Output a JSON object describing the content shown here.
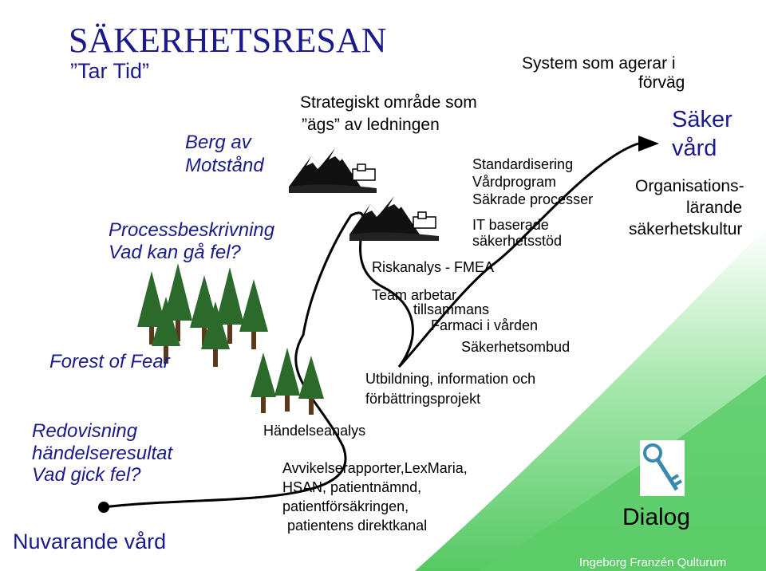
{
  "title": "SÄKERHETSRESAN",
  "subtitle": "”Tar Tid”",
  "left_labels": {
    "berg_line1": "Berg av",
    "berg_line2": "Motstånd",
    "process_line1": "Processbeskrivning",
    "process_line2": "Vad kan gå fel?",
    "forest": "Forest of Fear",
    "redov_line1": "Redovisning",
    "redov_line2": "händelseresultat",
    "redov_line3": "Vad gick fel?",
    "nuvarande": "Nuvarande vård"
  },
  "path_labels": {
    "strategiskt_line1": "Strategiskt område som",
    "strategiskt_line2": "”ägs” av ledningen",
    "standardisering": "Standardisering",
    "vardprogram": "Vårdprogram",
    "sakrade": "Säkrade processer",
    "it_line1": "IT baserade",
    "it_line2": "säkerhetsstöd",
    "riskanalys": "Riskanalys - FMEA",
    "team_line1": "Team arbetar",
    "team_line2": "tillsammans",
    "farmaci": "Farmaci i vården",
    "sakerhetsombud": "Säkerhetsombud",
    "utbildning_line1": "Utbildning, information och",
    "utbildning_line2": "förbättringsprojekt",
    "handelseanalys": "Händelseanalys",
    "avvik_line1": "Avvikelserapporter,LexMaria,",
    "avvik_line2": "HSAN, patientnämnd,",
    "avvik_line3": "patientförsäkringen,",
    "avvik_line4": "patientens direktkanal"
  },
  "right_labels": {
    "system_line1": "System som agerar i",
    "system_line2": "förväg",
    "saker_line1": "Säker",
    "saker_line2": "vård",
    "org_line1": "Organisations-",
    "org_line2": "lärande",
    "org_line3": "säkerhetskultur",
    "dialog": "Dialog",
    "credit": "Ingeborg Franzén Qulturum"
  },
  "colors": {
    "navy": "#1a1a8c",
    "green_hill": "#6fd37a",
    "credit_text": "#ffffff",
    "path": "#000000"
  }
}
